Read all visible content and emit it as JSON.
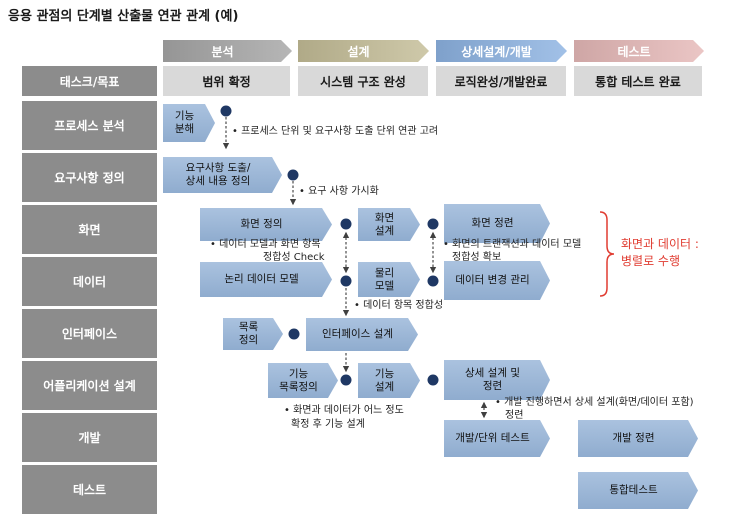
{
  "title": "응용 관점의 단계별 산출물 연관 관계 (예)",
  "phases": [
    {
      "label": "분석",
      "color": "#a6a6a6"
    },
    {
      "label": "설계",
      "color": "#c4bd97"
    },
    {
      "label": "상세설계/개발",
      "color": "#8db3e2"
    },
    {
      "label": "테스트",
      "color": "#e6b9b8"
    }
  ],
  "task_row": {
    "header": "태스크/목표",
    "goals": [
      "범위 확정",
      "시스템 구조 완성",
      "로직완성/개발완료",
      "통합 테스트 완료"
    ]
  },
  "rows": [
    "프로세스 분석",
    "요구사항 정의",
    "화면",
    "데이터",
    "인터페이스",
    "어플리케이션 설계",
    "개발",
    "테스트"
  ],
  "activities": {
    "function_decomposition": "기능\n분해",
    "requirements_definition": "요구사항 도출/\n상세 내용 정의",
    "screen_definition": "화면 정의",
    "screen_design": "화면\n설계",
    "screen_refinement": "화면 정련",
    "logical_data_model": "논리 데이터 모델",
    "physical_model": "물리\n모델",
    "data_change_management": "데이터 변경 관리",
    "interface_list_definition": "목록\n정의",
    "interface_design": "인터페이스 설계",
    "function_list_definition": "기능\n목록정의",
    "function_design": "기능\n설계",
    "detail_design_refinement": "상세 설계 및\n정련",
    "dev_unit_test": "개발/단위 테스트",
    "dev_refinement": "개발 정련",
    "integration_test": "통합테스트"
  },
  "notes": {
    "process_requirements_link": [
      "• 프로세스 단위 및 요구사항 도출 단위 연관 고려"
    ],
    "requirements_visualization": [
      "• 요구 사항 가시화"
    ],
    "data_screen_consistency": [
      "• 데이터 모델과 화면 항목",
      "정합성 Check"
    ],
    "transaction_data_consistency": [
      "• 화면의 트랜잭션과 데이터 모델",
      "정합성 확보"
    ],
    "data_item_consistency": [
      "• 데이터 항목 정합성"
    ],
    "function_design_timing": [
      "• 화면과 데이터가 어느 정도",
      "확정 후 기능 설계"
    ],
    "detail_design_refinement": [
      "• 개발 진행하면서 상세 설계(화면/데이터 포함)",
      "정련"
    ]
  },
  "callout": {
    "lines": [
      "화면과 데이터 :",
      "병렬로 수행"
    ],
    "color": "#e03c31"
  },
  "colors": {
    "row_label": "#8c8c8c",
    "goal_box": "#d9d9d9",
    "activity": "#95b3d7",
    "milestone_dot": "#1f3864",
    "connector": "#595959"
  }
}
